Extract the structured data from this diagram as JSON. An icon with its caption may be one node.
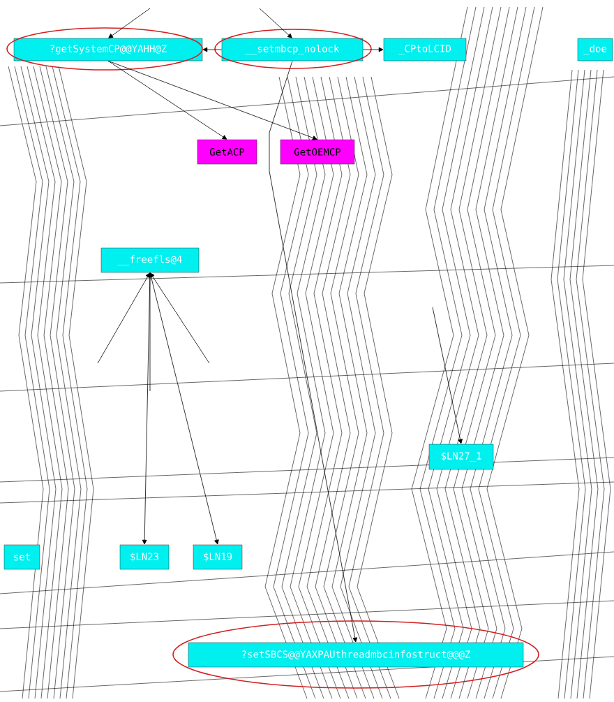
{
  "diagram": {
    "nodes": [
      {
        "text": [
          "?getSystemCP@@YAHH@Z"
        ]
      },
      {
        "text": [
          "__setmbcp_nolock"
        ]
      },
      {
        "text": [
          "_CPtoLCID"
        ]
      },
      {
        "text": [
          "_doe"
        ]
      },
      {
        "text": [
          "GetACP"
        ]
      },
      {
        "text": [
          "GetOEMCP"
        ]
      },
      {
        "text": [
          "__freefls@4"
        ]
      },
      {
        "text": [
          "$LN27_1"
        ]
      },
      {
        "text": [
          "set"
        ]
      },
      {
        "text": [
          "$LN23"
        ]
      },
      {
        "text": [
          "$LN19"
        ]
      },
      {
        "text": [
          "?setSBCS@@YAXPAUthreadmbcinfostruct@@@Z"
        ]
      }
    ],
    "edges": [
      {
        "from": null,
        "to": 0,
        "arrow": "to"
      },
      {
        "from": null,
        "to": 1,
        "arrow": "to"
      },
      {
        "from": 1,
        "to": 0,
        "arrow": "to"
      },
      {
        "from": 1,
        "to": 2,
        "arrow": "to"
      },
      {
        "from": 0,
        "to": 4,
        "arrow": "to"
      },
      {
        "from": 0,
        "to": 5,
        "arrow": "to"
      },
      {
        "from": 1,
        "to": 11,
        "arrow": "to"
      },
      {
        "from": 6,
        "to": 9,
        "arrow": "to"
      },
      {
        "from": 6,
        "to": 10,
        "arrow": "to"
      },
      {
        "from": null,
        "to": 7,
        "arrow": "to"
      },
      {
        "from": null,
        "to": 6,
        "arrow": "to"
      },
      {
        "from": null,
        "to": 6,
        "arrow": "to"
      },
      {
        "from": null,
        "to": 6,
        "arrow": "to"
      }
    ]
  }
}
